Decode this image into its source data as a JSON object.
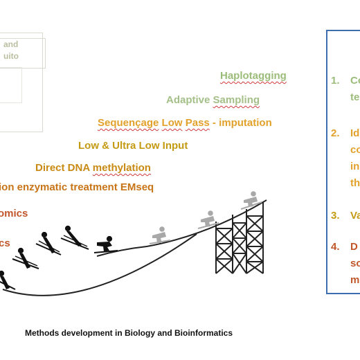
{
  "top_left": {
    "line1": "and",
    "line2": "uito"
  },
  "labels": [
    {
      "id": "haplotagging",
      "parts": [
        {
          "t": "Haplotagging",
          "sq": true
        }
      ],
      "color": "#9cbc7a"
    },
    {
      "id": "adaptive-sampling",
      "parts": [
        {
          "t": "Adaptive ",
          "sq": false
        },
        {
          "t": "Sampling",
          "sq": true
        }
      ],
      "color": "#a4c088"
    },
    {
      "id": "sequencage",
      "parts": [
        {
          "t": "Sequençage",
          "sq": true
        },
        {
          "t": " ",
          "sq": false
        },
        {
          "t": "Low",
          "sq": true
        },
        {
          "t": " ",
          "sq": false
        },
        {
          "t": "Pass",
          "sq": true
        },
        {
          "t": " - imputation",
          "sq": false
        }
      ],
      "color": "#e2a12a"
    },
    {
      "id": "low-input",
      "parts": [
        {
          "t": "Low & Ultra Low Input",
          "sq": false
        }
      ],
      "color": "#c49a12"
    },
    {
      "id": "dna-methylation",
      "parts": [
        {
          "t": "Direct DNA ",
          "sq": false
        },
        {
          "t": "methylation",
          "sq": true
        }
      ],
      "color": "#c88a12"
    },
    {
      "id": "emseq",
      "parts": [
        {
          "t": "ion enzymatic treatment EMseq",
          "sq": false
        }
      ],
      "color": "#c87418"
    },
    {
      "id": "omics",
      "parts": [
        {
          "t": "omics",
          "sq": false
        }
      ],
      "color": "#c0562a"
    },
    {
      "id": "ics",
      "parts": [
        {
          "t": "cs",
          "sq": false
        }
      ],
      "color": "#c0562a"
    }
  ],
  "right_items": [
    {
      "num": "1.",
      "lines": [
        "Co",
        "te"
      ],
      "color": "#9cbc7a"
    },
    {
      "num": "2.",
      "lines": [
        "Id",
        "co",
        "in",
        "th"
      ],
      "color": "#e2a12a"
    },
    {
      "num": "3.",
      "lines": [
        "Va"
      ],
      "color": "#c49a12"
    },
    {
      "num": "4.",
      "lines": [
        "D",
        "sc",
        "m"
      ],
      "color": "#c0562a"
    }
  ],
  "caption": "Methods development in Biology and Bioinformatics",
  "colors": {
    "panel_border": "#3d6fb0",
    "skier": "#111111",
    "skier_faded": "#a8a8a8",
    "ramp": "#222222"
  }
}
